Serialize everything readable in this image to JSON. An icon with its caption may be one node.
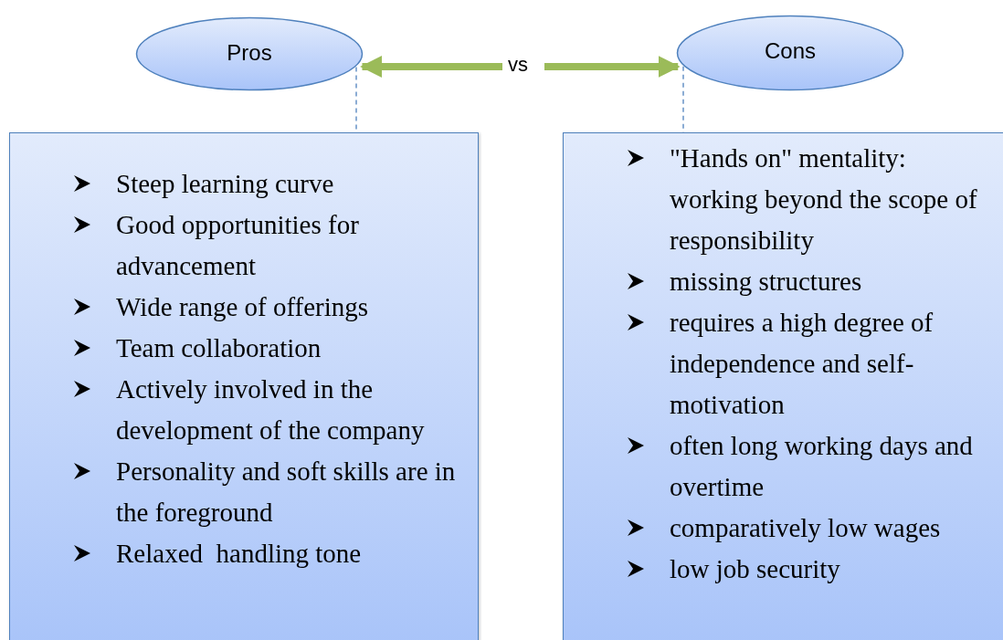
{
  "diagram": {
    "nodes": [
      {
        "text": [
          "Pros"
        ]
      },
      {
        "text": [
          "vs"
        ]
      },
      {
        "text": [
          "Cons"
        ]
      },
      {
        "text": [
          "Steep learning curve",
          "Good opportunities for advancement",
          "Wide range of offerings",
          "Team collaboration",
          "Actively involved in the development of the company",
          "Personality and soft skills are in the foreground",
          "Relaxed  handling tone"
        ]
      },
      {
        "text": [
          "\"Hands on\" mentality: working beyond the scope of responsibility",
          "missing structures",
          "requires a high degree of independence and self-motivation",
          "often long working days and overtime",
          "comparatively low wages",
          "low job security"
        ]
      }
    ],
    "edges": [
      {
        "from": 1,
        "to": 0,
        "arrow": "to",
        "style": "thick",
        "color": "#9bbb59"
      },
      {
        "from": 1,
        "to": 2,
        "arrow": "to",
        "style": "thick",
        "color": "#9bbb59"
      },
      {
        "from": 0,
        "to": 3,
        "arrow": "none",
        "style": "dashed",
        "color": "#4f81bd"
      },
      {
        "from": 2,
        "to": 4,
        "arrow": "none",
        "style": "dashed",
        "color": "#4f81bd"
      }
    ]
  }
}
